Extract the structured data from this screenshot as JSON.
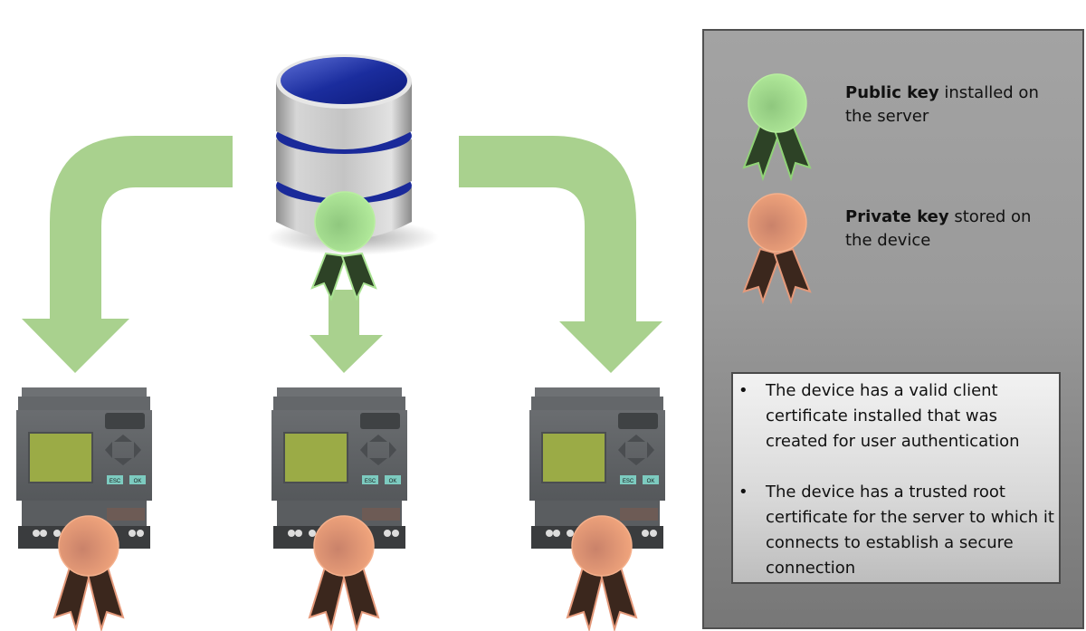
{
  "colors": {
    "arrow": "#a9d18e",
    "public_key_medal": "#a9e292",
    "public_key_ribbon": "#2d4226",
    "private_key_medal": "#e4997a",
    "private_key_ribbon": "#3b271d",
    "database_top": "#1a2a9a",
    "device_body": "#5d6063",
    "device_screen": "#9bab46",
    "panel_background": "#9a9a9a"
  },
  "server": {
    "label": "database-server",
    "key": "public-key"
  },
  "devices": [
    {
      "id": "device-left",
      "buttons": [
        "ESC",
        "OK"
      ],
      "key": "private-key"
    },
    {
      "id": "device-center",
      "buttons": [
        "ESC",
        "OK"
      ],
      "key": "private-key"
    },
    {
      "id": "device-right",
      "buttons": [
        "ESC",
        "OK"
      ],
      "key": "private-key"
    }
  ],
  "legend": {
    "public": {
      "bold": "Public key",
      "rest_line1": " installed on",
      "line2": "the server",
      "icon": "public-key-medal-icon"
    },
    "private": {
      "bold": "Private key",
      "rest_line1": " stored on",
      "line2": "the device",
      "icon": "private-key-medal-icon"
    }
  },
  "bullets": {
    "marker": "•",
    "items": [
      "The device has a valid client certificate installed that was created for user authentication",
      "The device has a trusted root certificate for the server to which it connects to establish a secure connection"
    ]
  }
}
